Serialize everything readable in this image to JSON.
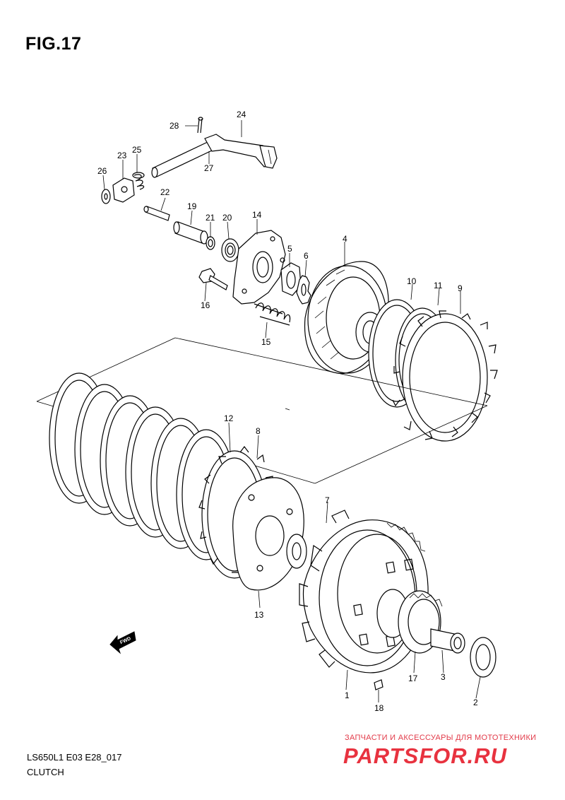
{
  "figure": {
    "title": "FIG.17"
  },
  "footer": {
    "code": "LS650L1 E03 E28_017",
    "name": "CLUTCH"
  },
  "direction_marker": {
    "label": "FWD"
  },
  "watermark": {
    "tagline": "ЗАПЧАСТИ И АКСЕССУАРЫ ДЛЯ МОТОТЕХНИКИ",
    "logo": "PARTSFOR.RU",
    "color": "#e8323f"
  },
  "callouts": {
    "c1": "1",
    "c2": "2",
    "c3": "3",
    "c4": "4",
    "c5": "5",
    "c6": "6",
    "c7": "7",
    "c8": "8",
    "c9": "9",
    "c10": "10",
    "c11": "11",
    "c12": "12",
    "c13": "13",
    "c14": "14",
    "c15": "15",
    "c16": "16",
    "c17": "17",
    "c18": "18",
    "c19": "19",
    "c20": "20",
    "c21": "21",
    "c22": "22",
    "c23": "23",
    "c24": "24",
    "c25": "25",
    "c26": "26",
    "c27": "27",
    "c28": "28"
  }
}
